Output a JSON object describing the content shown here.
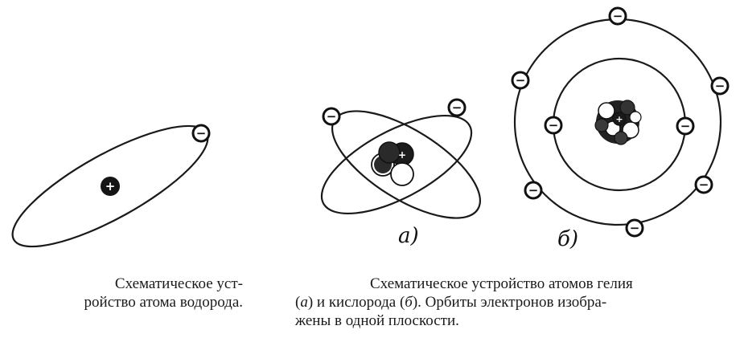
{
  "figure": {
    "hydrogen": {
      "nucleus_charge": "+",
      "electron_charge": "−"
    },
    "helium": {
      "panel_label": "а)",
      "electron_charge": "−",
      "nucleus_charge": "+"
    },
    "oxygen": {
      "panel_label": "б)",
      "electron_charge": "−",
      "nucleus_charge": "+"
    }
  },
  "captions": {
    "hydrogen_line1": "Схематическое уст-",
    "hydrogen_line2": "ройство атома водорода.",
    "helium_oxygen_line1": "Схематическое устройство атомов гелия",
    "helium_oxygen_line2_paren_open": "(",
    "helium_oxygen_line2_a": "а",
    "helium_oxygen_line2_mid": ") и кислорода (",
    "helium_oxygen_line2_b": "б",
    "helium_oxygen_line2_rest": "). Орбиты электронов изобра-",
    "helium_oxygen_line3": "жены в одной плоскости."
  }
}
